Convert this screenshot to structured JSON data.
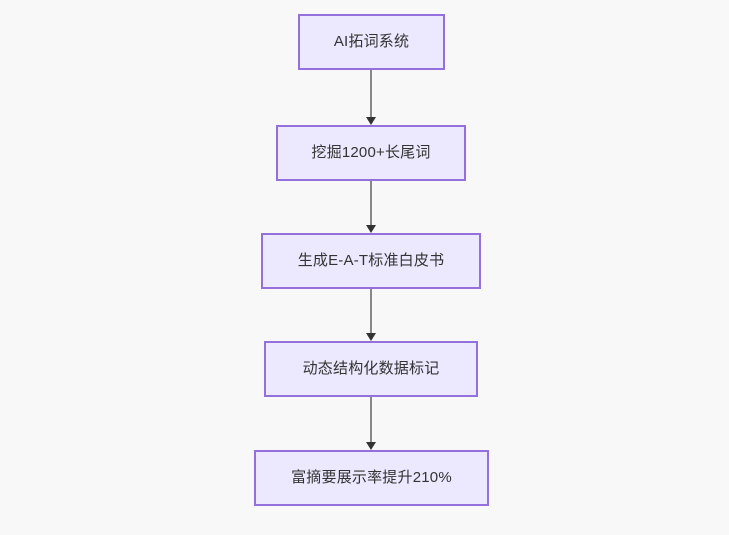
{
  "diagram": {
    "type": "flowchart",
    "direction": "top-to-bottom",
    "background_color": "#f8f8f8",
    "node_fill_color": "#ece8fd",
    "node_border_color": "#9370db",
    "node_text_color": "#333333",
    "edge_color": "#888888",
    "arrow_color": "#333333",
    "nodes": [
      {
        "id": "n1",
        "label": "AI拓词系统"
      },
      {
        "id": "n2",
        "label": "挖掘1200+长尾词"
      },
      {
        "id": "n3",
        "label": "生成E-A-T标准白皮书"
      },
      {
        "id": "n4",
        "label": "动态结构化数据标记"
      },
      {
        "id": "n5",
        "label": "富摘要展示率提升210%"
      }
    ],
    "edges": [
      {
        "from": "n1",
        "to": "n2",
        "label": ""
      },
      {
        "from": "n2",
        "to": "n3",
        "label": ""
      },
      {
        "from": "n3",
        "to": "n4",
        "label": ""
      },
      {
        "from": "n4",
        "to": "n5",
        "label": ""
      }
    ]
  }
}
